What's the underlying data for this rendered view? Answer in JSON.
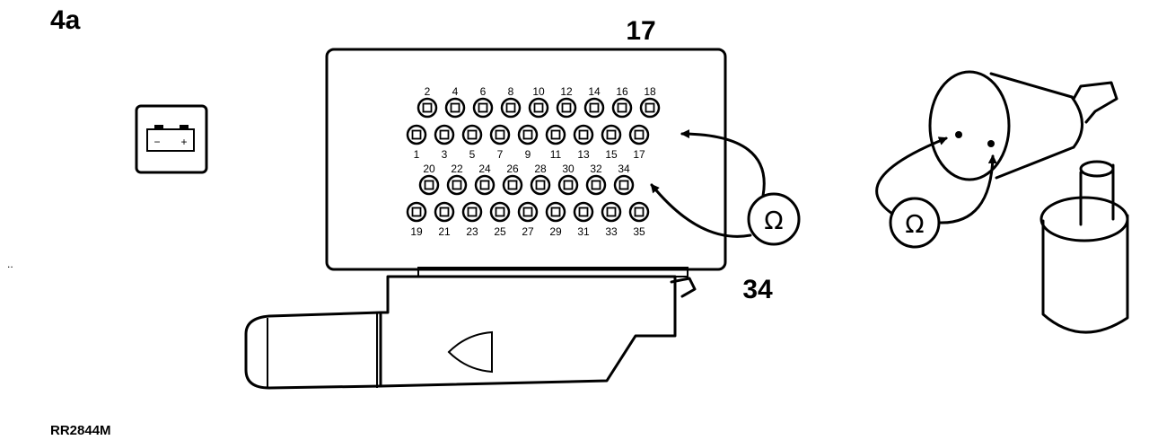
{
  "figure_label": "4a",
  "reference_code": "RR2844M",
  "callouts": {
    "top": "17",
    "side": "34"
  },
  "battery": {
    "minus": "−",
    "plus": "+"
  },
  "ohmmeter_symbol": "Ω",
  "connector": {
    "top_row_1": [
      "2",
      "4",
      "6",
      "8",
      "10",
      "12",
      "14",
      "16",
      "18"
    ],
    "bottom_row_1": [
      "1",
      "3",
      "5",
      "7",
      "9",
      "11",
      "13",
      "15",
      "17"
    ],
    "top_row_2": [
      "20",
      "22",
      "24",
      "26",
      "28",
      "30",
      "32",
      "34"
    ],
    "bottom_row_2": [
      "19",
      "21",
      "23",
      "25",
      "27",
      "29",
      "31",
      "33",
      "35"
    ]
  }
}
